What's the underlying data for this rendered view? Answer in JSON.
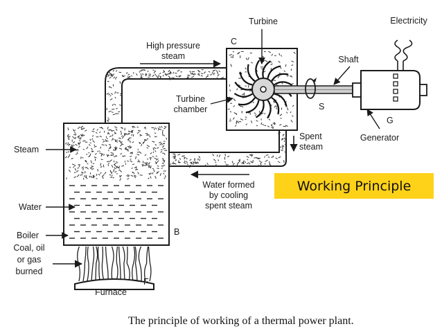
{
  "labels": {
    "turbine": "Turbine",
    "electricity": "Electricity",
    "high_pressure_1": "High pressure",
    "high_pressure_2": "steam",
    "letter_c": "C",
    "shaft": "Shaft",
    "turbine_chamber_1": "Turbine",
    "turbine_chamber_2": "chamber",
    "letter_s": "S",
    "letter_g": "G",
    "generator": "Generator",
    "spent_1": "Spent",
    "spent_2": "steam",
    "steam": "Steam",
    "water_formed_1": "Water formed",
    "water_formed_2": "by cooling",
    "water_formed_3": "spent steam",
    "water": "Water",
    "boiler": "Boiler",
    "letter_b": "B",
    "coal_1": "Coal, oil",
    "coal_2": "or gas",
    "coal_3": "burned",
    "letter_f": "F",
    "furnace": "Furnace"
  },
  "banner": "Working Principle",
  "caption": "The principle of working of a thermal power plant.",
  "colors": {
    "banner_bg": "#ffd21a",
    "ink": "#1a1a1a",
    "background": "#ffffff"
  }
}
